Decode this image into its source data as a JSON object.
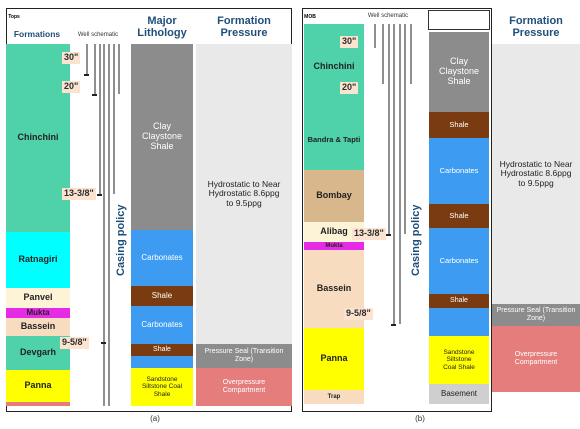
{
  "panel_a": {
    "tops_header": "Tops",
    "formations_header": "Formations",
    "schematic_header": "Well schematic",
    "lithology_header": "Major Lithology",
    "pressure_header": "Formation Pressure",
    "formations": [
      "Chinchini",
      "Ratnagiri",
      "Panvel",
      "Mukta",
      "Bassein",
      "Devgarh",
      "Panna"
    ],
    "casings": [
      "30\"",
      "20\"",
      "13-3/8\"",
      "9-5/8\""
    ],
    "casing_policy": "Casing policy",
    "lithology": [
      "Clay Claystone Shale",
      "Carbonates",
      "Shale",
      "Carbonates",
      "Shale",
      "Sandstone Siltstone Coal Shale"
    ],
    "pressure": [
      "Hydrostatic to Near Hydrostatic 8.6ppg to 9.5ppg",
      "Pressure Seal (Transition Zone)",
      "Overpressure Compartment"
    ],
    "caption": "(a)"
  },
  "panel_b": {
    "tops_header": "MOB",
    "schematic_header": "Well schematic",
    "pressure_header": "Formation Pressure",
    "formations": [
      "Chinchini",
      "Bandra & Tapti",
      "Bombay",
      "Alibag",
      "Mukta",
      "Bassein",
      "Panna",
      "Trap"
    ],
    "casings": [
      "30\"",
      "20\"",
      "13-3/8\"",
      "9-5/8\""
    ],
    "casing_policy": "Casing policy",
    "lithology": [
      "Clay Claystone Shale",
      "Shale",
      "Carbonates",
      "Shale",
      "Carbonates",
      "Shale",
      "Sandstone Siltstone Coal Shale",
      "Basement"
    ],
    "pressure": [
      "Hydrostatic to Near Hydrostatic 8.6ppg to 9.5ppg",
      "Pressure Seal (Transition Zone)",
      "Overpressure Compartment"
    ],
    "caption": "(b)"
  },
  "colors": {
    "chinchini": "#4fd1a9",
    "ratnagiri": "#00ffff",
    "panvel": "#fdf3d6",
    "mukta": "#e52be5",
    "bassein": "#f7dcbf",
    "devgarh": "#4fd1a9",
    "panna": "#ffff00",
    "bombay": "#d9b78d",
    "clay": "#8c8c8c",
    "carbonates": "#3d9cf2",
    "shale": "#7a3b10",
    "sandstone": "#ffff00",
    "hydro": "#e9e9e9",
    "seal": "#8c8c8c",
    "overpressure": "#e57d7d",
    "basement": "#cfcfcf"
  }
}
